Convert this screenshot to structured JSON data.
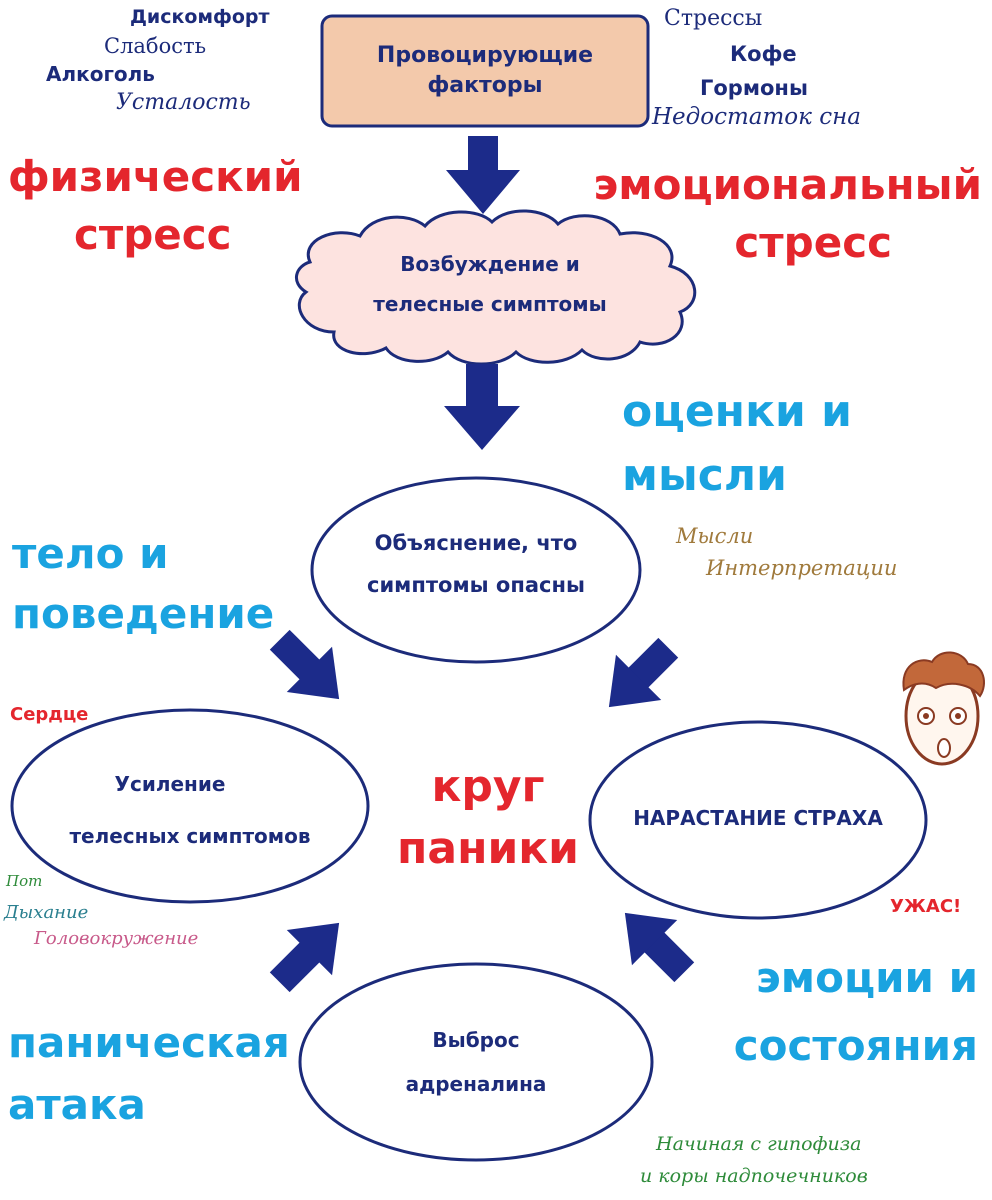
{
  "top_box": {
    "label": "Провоцирующие факторы"
  },
  "factors_left": [
    "Дискомфорт",
    "Слабость",
    "Алкоголь",
    "Усталость"
  ],
  "factors_right": [
    "Стрессы",
    "Кофе",
    "Гормоны",
    "Недостаток сна"
  ],
  "physical_stress": [
    "физический",
    "стресс"
  ],
  "emotional_stress": [
    "эмоциональный",
    "стресс"
  ],
  "cloud": {
    "label": [
      "Возбуждение и",
      "телесные симптомы"
    ]
  },
  "thoughts_heading": [
    "оценки и",
    "мысли"
  ],
  "node_top": {
    "label": [
      "Объяснение, что",
      "симптомы опасны"
    ]
  },
  "thoughts_notes": [
    "Мысли",
    "Интерпретации"
  ],
  "body_heading": [
    "тело и",
    "поведение"
  ],
  "heart_label": "Сердце",
  "node_left": {
    "label": [
      "Усиление",
      "телесных симптомов"
    ]
  },
  "center_label": [
    "круг",
    "паники"
  ],
  "node_right": {
    "label": "НАРАСТАНИЕ СТРАХА"
  },
  "horror_label": "УЖАС!",
  "body_notes": [
    "Пот",
    "Дыхание",
    "Головокружение"
  ],
  "emotions_heading": [
    "эмоции и",
    "состояния"
  ],
  "panic_heading": [
    "паническая",
    "атака"
  ],
  "node_bottom": {
    "label": [
      "Выброс",
      "адреналина"
    ]
  },
  "adrenal_note": [
    "Начиная с гипофиза",
    "и коры надпочечников"
  ],
  "colors": {
    "dark_blue": "#1c2b7a",
    "red": "#e4262d",
    "light_blue": "#1aa3e0",
    "box_fill": "#f3c9ab",
    "cloud_fill": "#fde3e0",
    "arrow": "#1c2b8a"
  }
}
